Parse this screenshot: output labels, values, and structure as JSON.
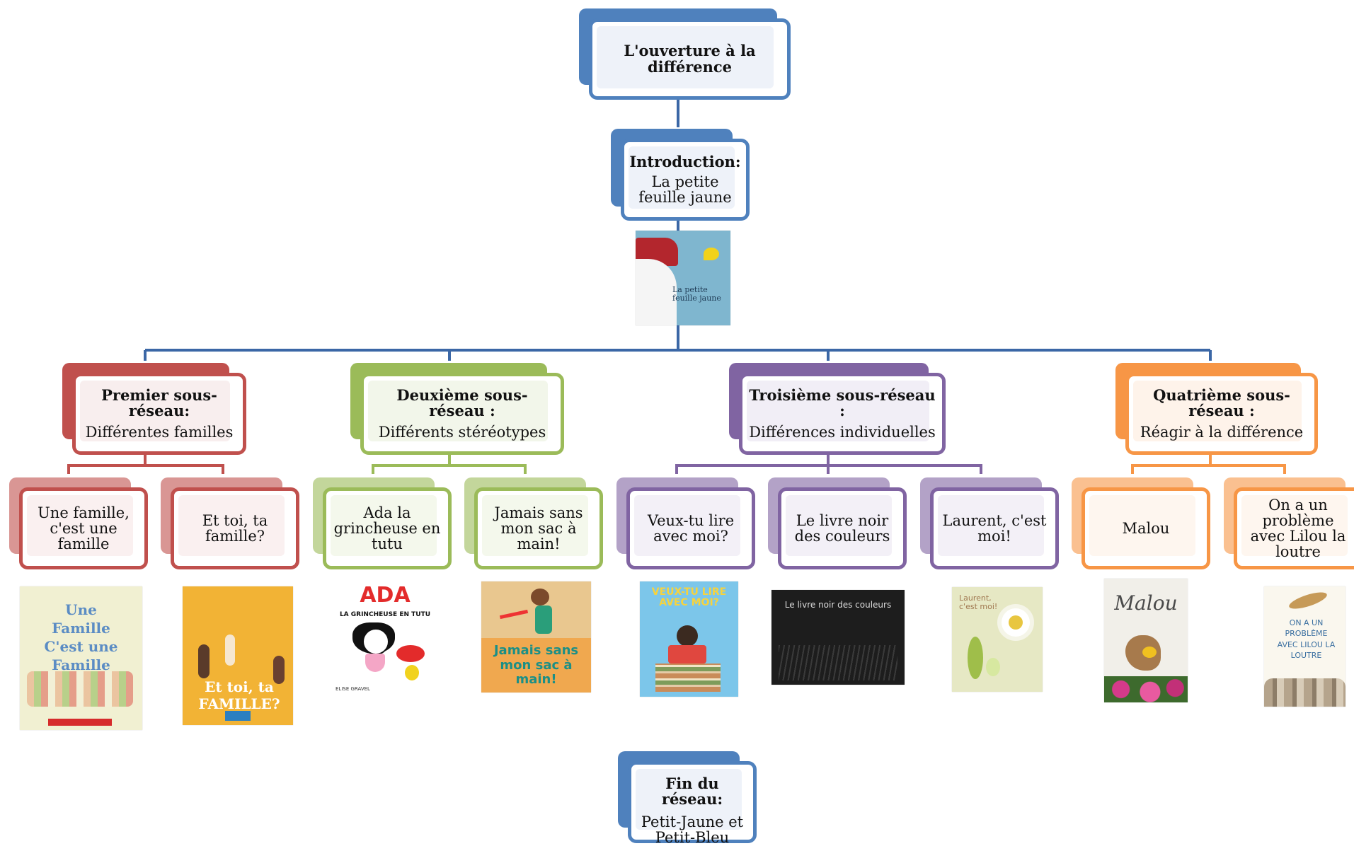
{
  "root": {
    "title": "L'ouverture à la différence"
  },
  "intro": {
    "title": "Introduction:",
    "book": "La petite feuille jaune"
  },
  "end": {
    "title": "Fin du réseau:",
    "book": "Petit-Jaune et Petit-Bleu"
  },
  "subnetworks": [
    {
      "title": "Premier sous-réseau:",
      "theme": "Différentes familles",
      "color": "#c0504d",
      "light": "#d99694",
      "books": [
        "Une famille, c'est une famille",
        "Et toi, ta famille?"
      ]
    },
    {
      "title": "Deuxième sous-réseau :",
      "theme": "Différents stéréotypes",
      "color": "#9bbb59",
      "light": "#c3d69b",
      "books": [
        "Ada la grincheuse en tutu",
        "Jamais sans mon sac à main!"
      ]
    },
    {
      "title": "Troisième sous-réseau :",
      "theme": "Différences individuelles",
      "color": "#8064a2",
      "light": "#b3a2c7",
      "books": [
        "Veux-tu lire avec moi?",
        "Le livre noir des couleurs",
        "Laurent, c'est moi!"
      ]
    },
    {
      "title": "Quatrième sous-réseau :",
      "theme": "Réagir à la différence",
      "color": "#f79646",
      "light": "#fac090",
      "books": [
        "Malou",
        "On a un problème avec Lilou la loutre"
      ]
    }
  ],
  "root_color": "#4f81bd",
  "covers": {
    "intro": {
      "title": "La petite feuille jaune"
    },
    "famille": {
      "title": "Une Famille C'est une Famille"
    },
    "ettoi": {
      "title": "Et toi, ta FAMILLE?"
    },
    "ada": {
      "title": "ADA",
      "subtitle": "LA GRINCHEUSE EN TUTU",
      "author": "ELISE GRAVEL"
    },
    "jamais": {
      "title": "Jamais sans mon sac à main!"
    },
    "veux": {
      "title": "VEUX-TU LIRE AVEC MOI?"
    },
    "noir": {
      "title": "Le livre noir des couleurs"
    },
    "laurent": {
      "title": "Laurent, c'est moi!"
    },
    "malou": {
      "title": "Malou"
    },
    "lilou": {
      "title": "ON A UN PROBLÈME AVEC LILOU LA LOUTRE"
    }
  }
}
